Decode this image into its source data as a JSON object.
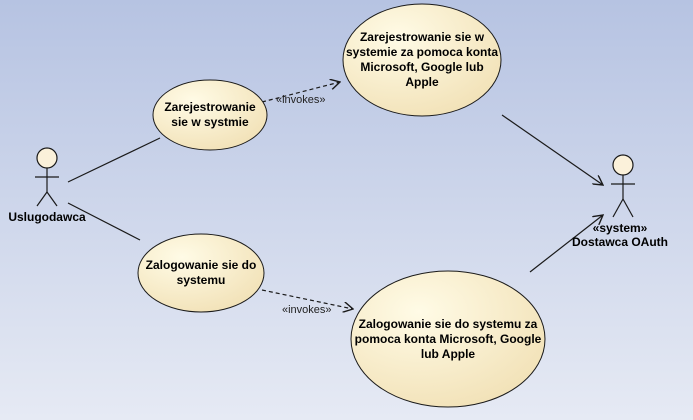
{
  "diagram": {
    "actors": [
      {
        "id": "uslugodawca",
        "name": "Uslugodawca",
        "stereotype": ""
      },
      {
        "id": "dostawca",
        "name": "Dostawca OAuth",
        "stereotype": "«system»"
      }
    ],
    "use_cases": [
      {
        "id": "register",
        "text": "Zarejestrowanie\nsie w systmie"
      },
      {
        "id": "register_ext",
        "text": "Zarejestrowanie sie w\nsystemie za pomoca konta\nMicrosoft, Google lub Apple"
      },
      {
        "id": "login",
        "text": "Zalogowanie sie do\nsystemu"
      },
      {
        "id": "login_ext",
        "text": "Zalogowanie sie do systemu za\npomoca konta Microsoft, Google\nlub Apple"
      }
    ],
    "relations": [
      {
        "id": "invokes_register",
        "label": "«invokes»"
      },
      {
        "id": "invokes_login",
        "label": "«invokes»"
      }
    ],
    "colors": {
      "background_top": "#b6c3e2",
      "background_bottom": "#e6eaf4",
      "usecase_fill_light": "#fffbe6",
      "usecase_fill_dark": "#f2e2b8",
      "stroke": "#1a1a1a"
    }
  }
}
